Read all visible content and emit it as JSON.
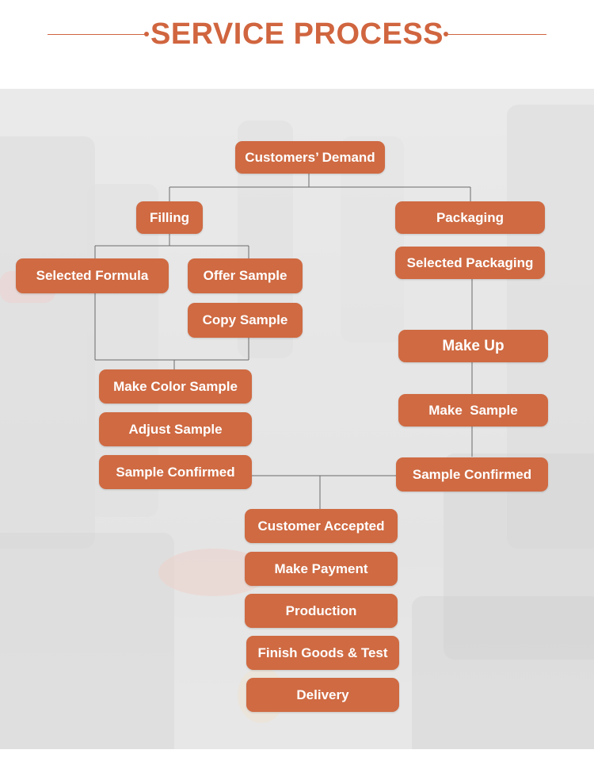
{
  "header": {
    "title": "SERVICE PROCESS"
  },
  "colors": {
    "accent": "#d0653f",
    "node": "#cf6a42",
    "connector": "#6b6b6b"
  },
  "nodes": {
    "customers_demand": "Customers’ Demand",
    "filling": "Filling",
    "packaging": "Packaging",
    "selected_formula": "Selected Formula",
    "offer_sample": "Offer Sample",
    "copy_sample": "Copy Sample",
    "selected_packaging": "Selected Packaging",
    "make_up": "Make Up",
    "make_color_sample": "Make Color Sample",
    "adjust_sample": "Adjust Sample",
    "sample_confirmed_left": "Sample Confirmed",
    "make_sample": "Make  Sample",
    "sample_confirmed_right": "Sample Confirmed",
    "customer_accepted": "Customer Accepted",
    "make_payment": "Make Payment",
    "production": "Production",
    "finish_goods_test": "Finish Goods & Test",
    "delivery": "Delivery"
  }
}
